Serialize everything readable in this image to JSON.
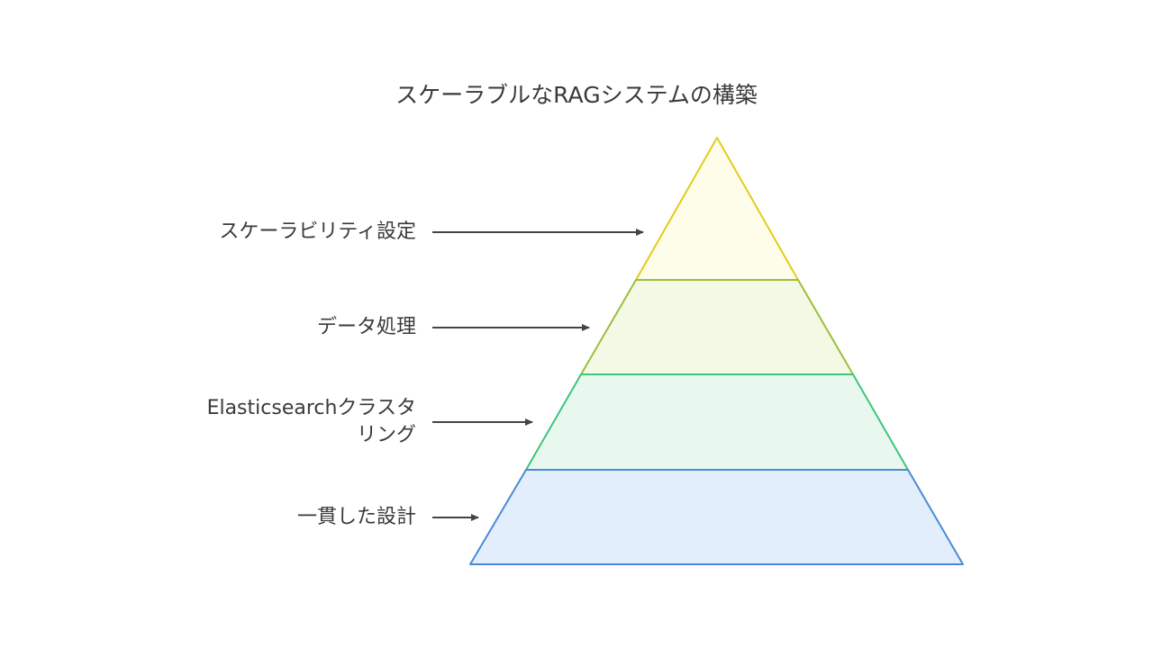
{
  "diagram": {
    "title": "スケーラブルなRAGシステムの構築",
    "layers": [
      {
        "label_lines": [
          "スケーラビリティ設定"
        ],
        "fill": "#fdfde9",
        "stroke": "#e3cc1e"
      },
      {
        "label_lines": [
          "データ処理"
        ],
        "fill": "#f4f9e6",
        "stroke": "#98c03a"
      },
      {
        "label_lines": [
          "Elasticsearchクラスタ",
          "リング"
        ],
        "fill": "#e9f8ef",
        "stroke": "#3ec47e"
      },
      {
        "label_lines": [
          "一貫した設計"
        ],
        "fill": "#e3eefc",
        "stroke": "#4a8ad8"
      }
    ],
    "arrow_color": "#444444"
  }
}
